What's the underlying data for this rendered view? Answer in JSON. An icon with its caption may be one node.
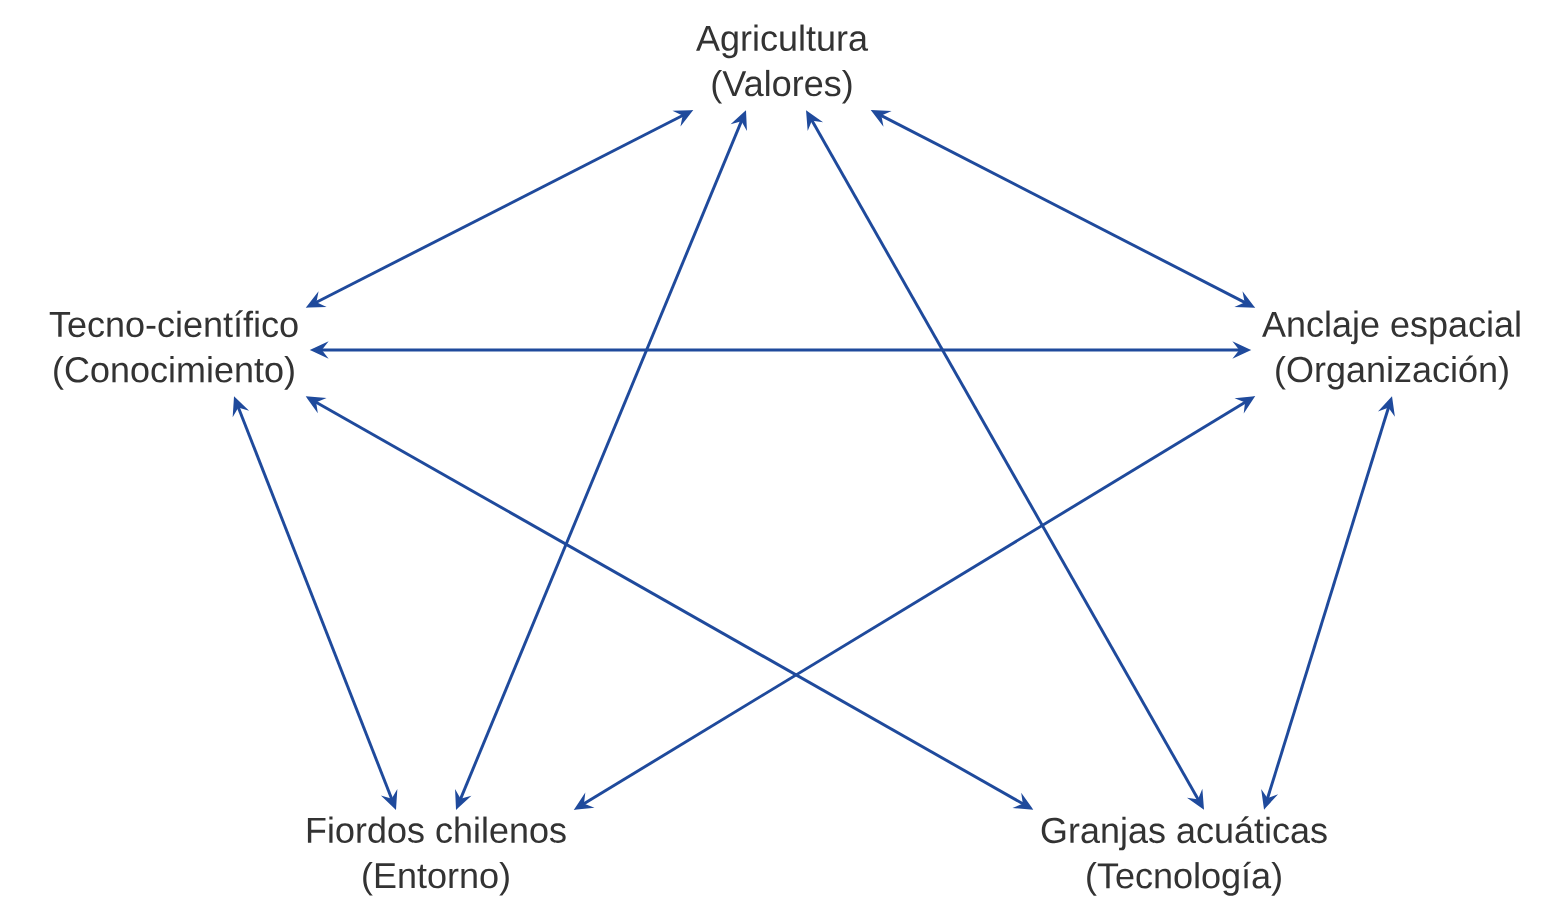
{
  "diagram": {
    "nodes": [
      {
        "text": [
          "Agricultura",
          "(Valores)"
        ]
      },
      {
        "text": [
          "Tecno-científico",
          "(Conocimiento)"
        ]
      },
      {
        "text": [
          "Anclaje espacial",
          "(Organización)"
        ]
      },
      {
        "text": [
          "Fiordos chilenos",
          "(Entorno)"
        ]
      },
      {
        "text": [
          "Granjas acuáticas",
          "(Tecnología)"
        ]
      }
    ],
    "edges": [
      {
        "from": 0,
        "to": 1,
        "arrow": "both"
      },
      {
        "from": 0,
        "to": 2,
        "arrow": "both"
      },
      {
        "from": 1,
        "to": 2,
        "arrow": "both"
      },
      {
        "from": 1,
        "to": 3,
        "arrow": "both"
      },
      {
        "from": 2,
        "to": 4,
        "arrow": "both"
      },
      {
        "from": 0,
        "to": 3,
        "arrow": "both"
      },
      {
        "from": 0,
        "to": 4,
        "arrow": "both"
      },
      {
        "from": 1,
        "to": 4,
        "arrow": "both"
      },
      {
        "from": 2,
        "to": 3,
        "arrow": "both"
      }
    ]
  }
}
